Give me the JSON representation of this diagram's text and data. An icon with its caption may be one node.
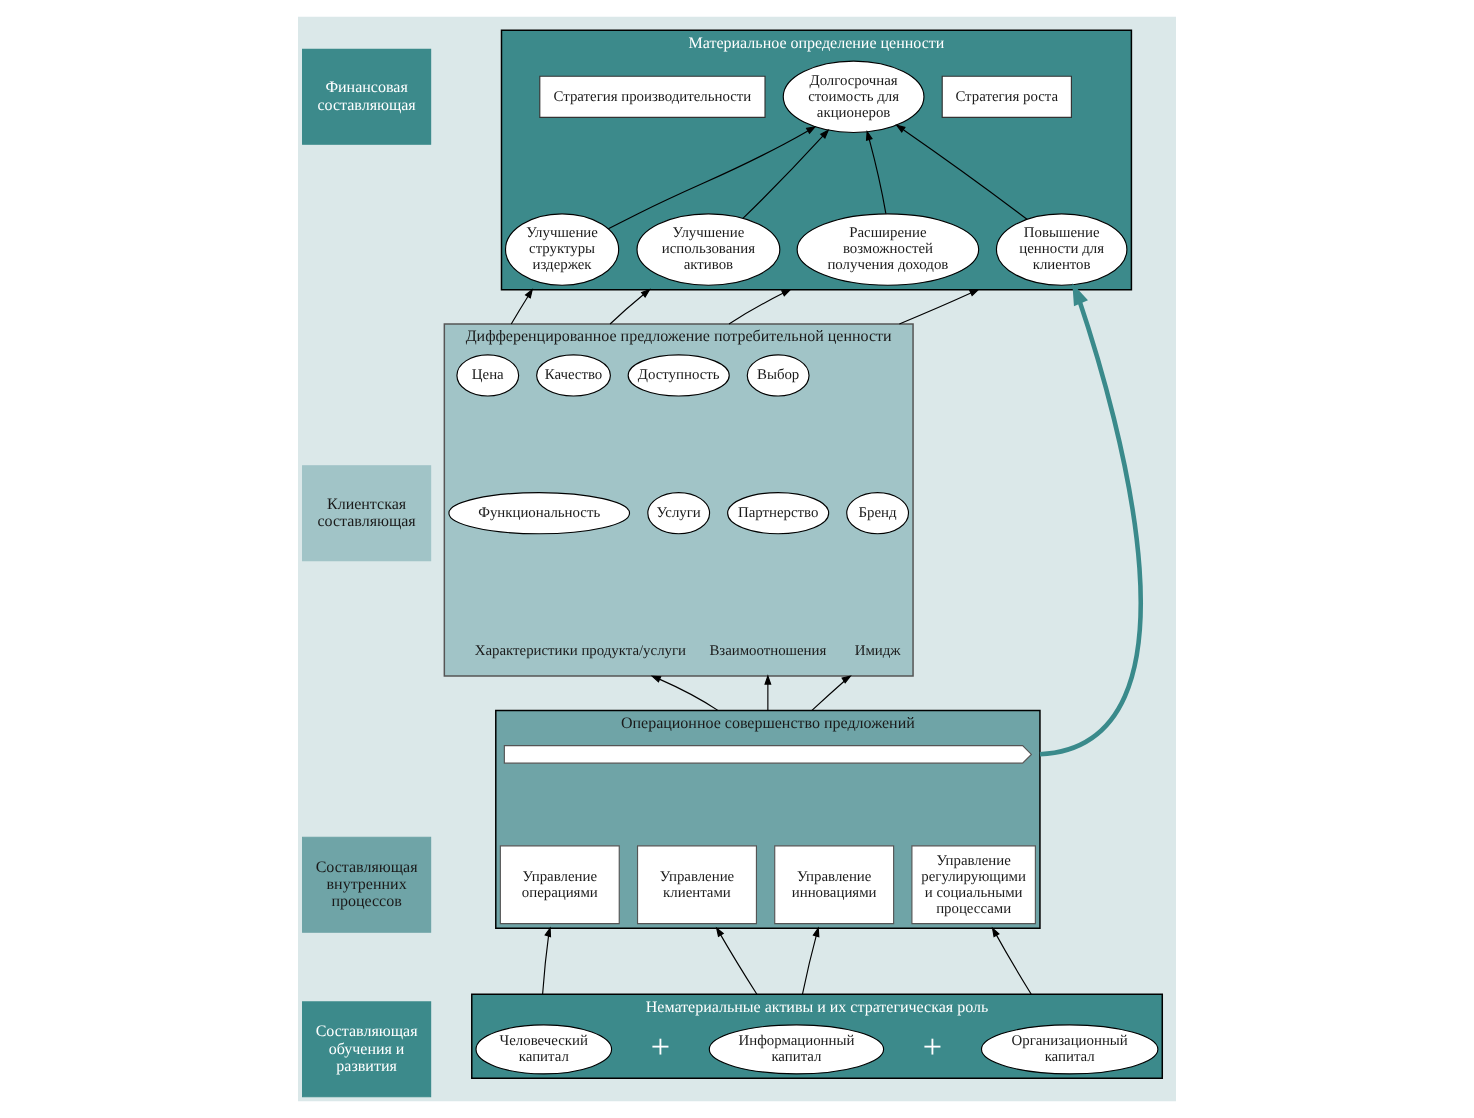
{
  "diagram": {
    "nodes": [
      {
        "text": [
          "Финансовая составляющая"
        ]
      },
      {
        "text": [
          "Материальное определение ценности"
        ]
      },
      {
        "text": [
          "Стратегия производительности"
        ],
        "in": 1
      },
      {
        "text": [
          "Долгосрочная стоимость для акционеров"
        ],
        "in": 1
      },
      {
        "text": [
          "Стратегия роста"
        ],
        "in": 1
      },
      {
        "text": [
          "Улучшение структуры издержек"
        ],
        "in": 1
      },
      {
        "text": [
          "Улучшение использования активов"
        ],
        "in": 1
      },
      {
        "text": [
          "Расширение возможностей получения доходов"
        ],
        "in": 1
      },
      {
        "text": [
          "Повышение ценности для клиентов"
        ],
        "in": 1
      },
      {
        "text": [
          "Клиентская составляющая"
        ]
      },
      {
        "text": [
          "Дифференцированное предложение потребительной ценности"
        ]
      },
      {
        "text": [
          "Цена"
        ],
        "in": 10
      },
      {
        "text": [
          "Качество"
        ],
        "in": 10
      },
      {
        "text": [
          "Доступность"
        ],
        "in": 10
      },
      {
        "text": [
          "Выбор"
        ],
        "in": 10
      },
      {
        "text": [
          "Функциональность"
        ],
        "in": 10
      },
      {
        "text": [
          "Услуги"
        ],
        "in": 10
      },
      {
        "text": [
          "Партнерство"
        ],
        "in": 10
      },
      {
        "text": [
          "Бренд"
        ],
        "in": 10
      },
      {
        "text": [
          "Составляющая внутренних процессов"
        ]
      },
      {
        "text": [
          "Операционное совершенство предложений"
        ]
      },
      {
        "text": [],
        "shape": "arrow",
        "in": 20
      },
      {
        "text": [
          "Управление операциями"
        ],
        "in": 20
      },
      {
        "text": [
          "Управление клиентами"
        ],
        "in": 20
      },
      {
        "text": [
          "Управление инновациями"
        ],
        "in": 20
      },
      {
        "text": [
          "Управление регулирующими и социальными процессами"
        ],
        "in": 20
      },
      {
        "text": [
          "Составляющая обучения и развития"
        ]
      },
      {
        "text": [
          "Нематериальные активы и их стратегическая роль"
        ]
      },
      {
        "text": [
          "Человеческий капитал"
        ],
        "in": 27
      },
      {
        "text": [
          "Информационный капитал"
        ],
        "in": 27
      },
      {
        "text": [
          "Организационный капитал"
        ],
        "in": 27
      }
    ],
    "edges": [
      {
        "from": 5,
        "to": 3,
        "arrow": "to"
      },
      {
        "from": 6,
        "to": 3,
        "arrow": "to"
      },
      {
        "from": 7,
        "to": 3,
        "arrow": "to"
      },
      {
        "from": 8,
        "to": 3,
        "arrow": "to"
      },
      {
        "from": 10,
        "to": 1,
        "arrow": "to"
      },
      {
        "from": 10,
        "to": 1,
        "arrow": "to"
      },
      {
        "from": 10,
        "to": 1,
        "arrow": "to"
      },
      {
        "from": 10,
        "to": 1,
        "arrow": "to"
      },
      {
        "from": 20,
        "to": 1,
        "arrow": "to",
        "style": "thick",
        "color": "#3a8a8b"
      },
      {
        "from": 20,
        "to": 10,
        "arrow": "to"
      },
      {
        "from": 20,
        "to": 10,
        "arrow": "to"
      },
      {
        "from": 20,
        "to": 10,
        "arrow": "to"
      },
      {
        "from": 27,
        "to": 20,
        "arrow": "to"
      },
      {
        "from": 27,
        "to": 20,
        "arrow": "to"
      },
      {
        "from": 27,
        "to": 20,
        "arrow": "to"
      },
      {
        "from": 27,
        "to": 20,
        "arrow": "to"
      }
    ],
    "labels": [
      "Характеристики продукта/услуги",
      "Взаимоотношения",
      "Имидж",
      "+",
      "+"
    ]
  }
}
